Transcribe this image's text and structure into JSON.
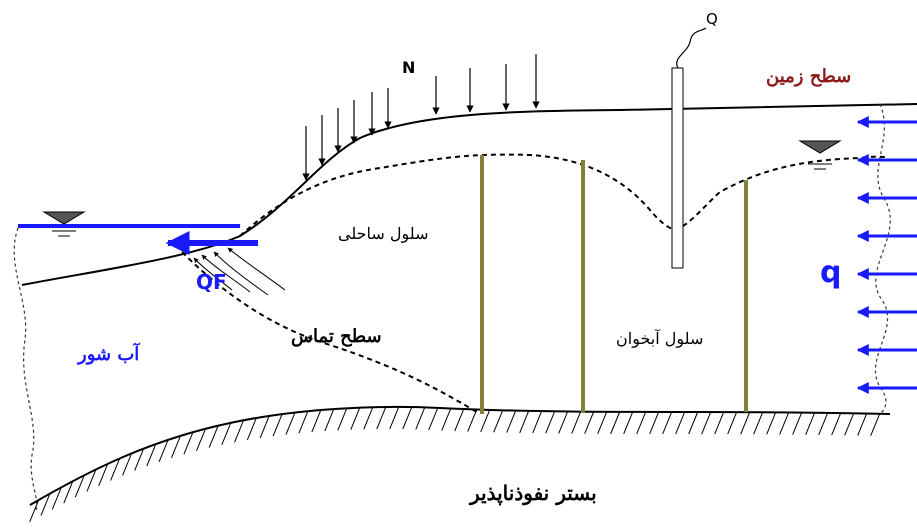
{
  "labels": {
    "well_discharge": "Q",
    "recharge": "N",
    "ground_surface": "سطح زمین",
    "coastal_cell": "سلول ساحلی",
    "aquifer_cell": "سلول آبخوان",
    "coastal_outflow": "QF",
    "interface": "سطح تماس",
    "saline_water": "آب شور",
    "lateral_inflow": "q",
    "impermeable_bed": "بستر نفوذناپذیر"
  },
  "colors": {
    "ground_surface_text": "#8b1a1a",
    "blue": "#1a1aff",
    "cell_walls": "#857f3c",
    "lines": "#000000"
  },
  "icons": {
    "water_table_marker": "inverted-triangle-icon"
  }
}
